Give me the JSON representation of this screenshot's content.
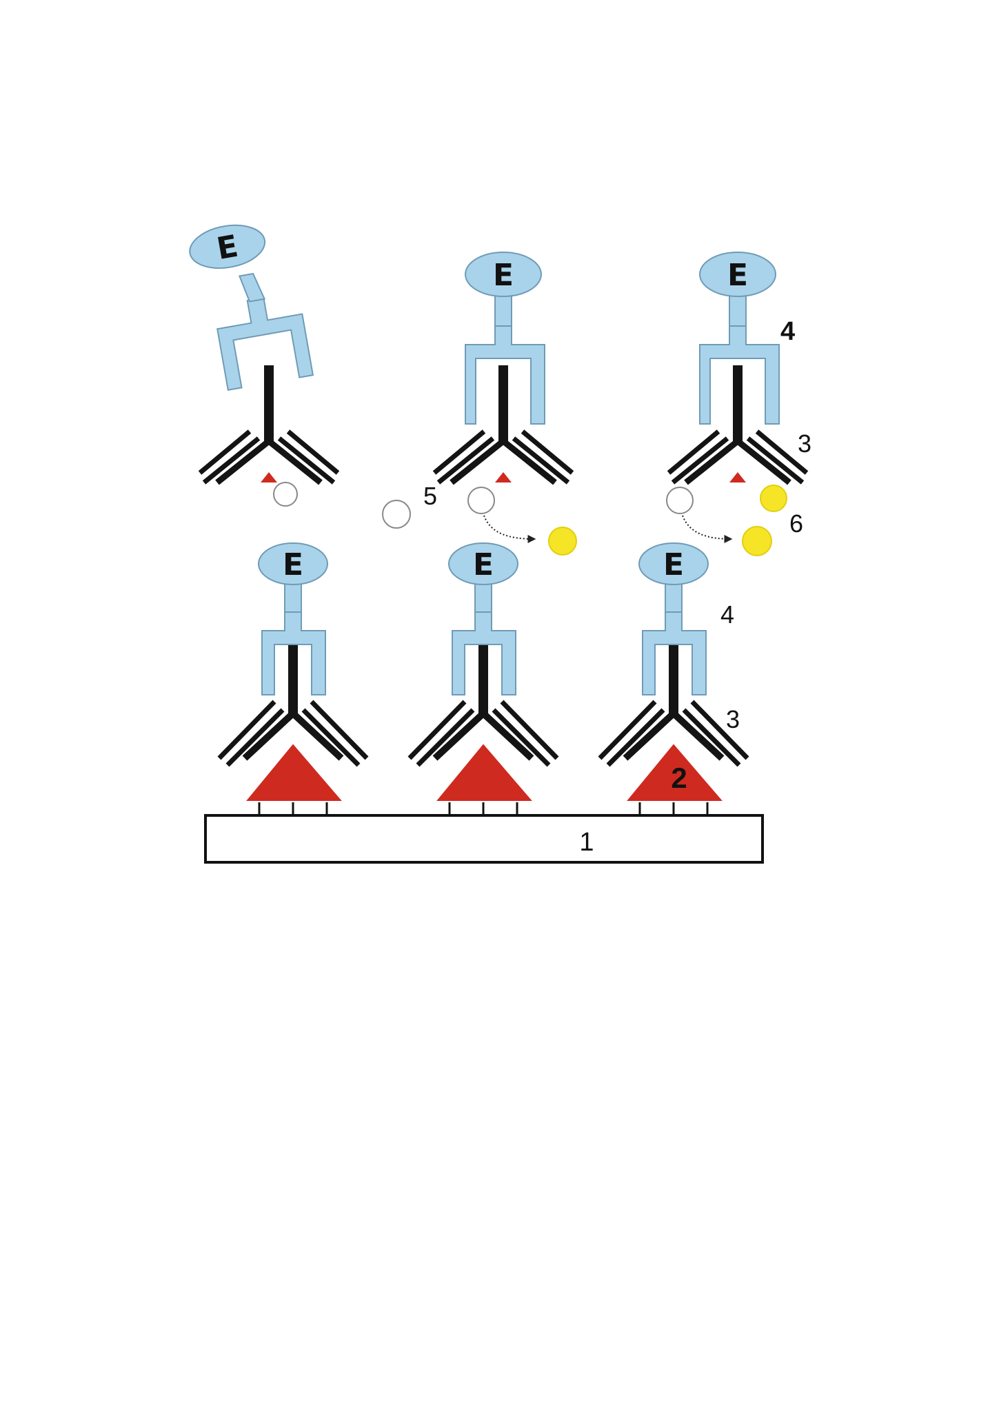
{
  "enzyme_letter": "E",
  "labels": {
    "plate": "1",
    "antigen": "2",
    "antibody_right_top": "3",
    "antibody_right_bottom": "3",
    "conjugate_right_top": "4",
    "conjugate_right_bottom": "4",
    "substrate": "5",
    "product": "6"
  },
  "colors": {
    "enzyme_fill": "#a9d3ea",
    "conjugate_fill": "#a9d3ea",
    "antibody": "#141414",
    "antigen": "#cf2a1f",
    "product": "#f5e526",
    "substrate": "#ffffff",
    "plate_fill": "#ffffff"
  }
}
